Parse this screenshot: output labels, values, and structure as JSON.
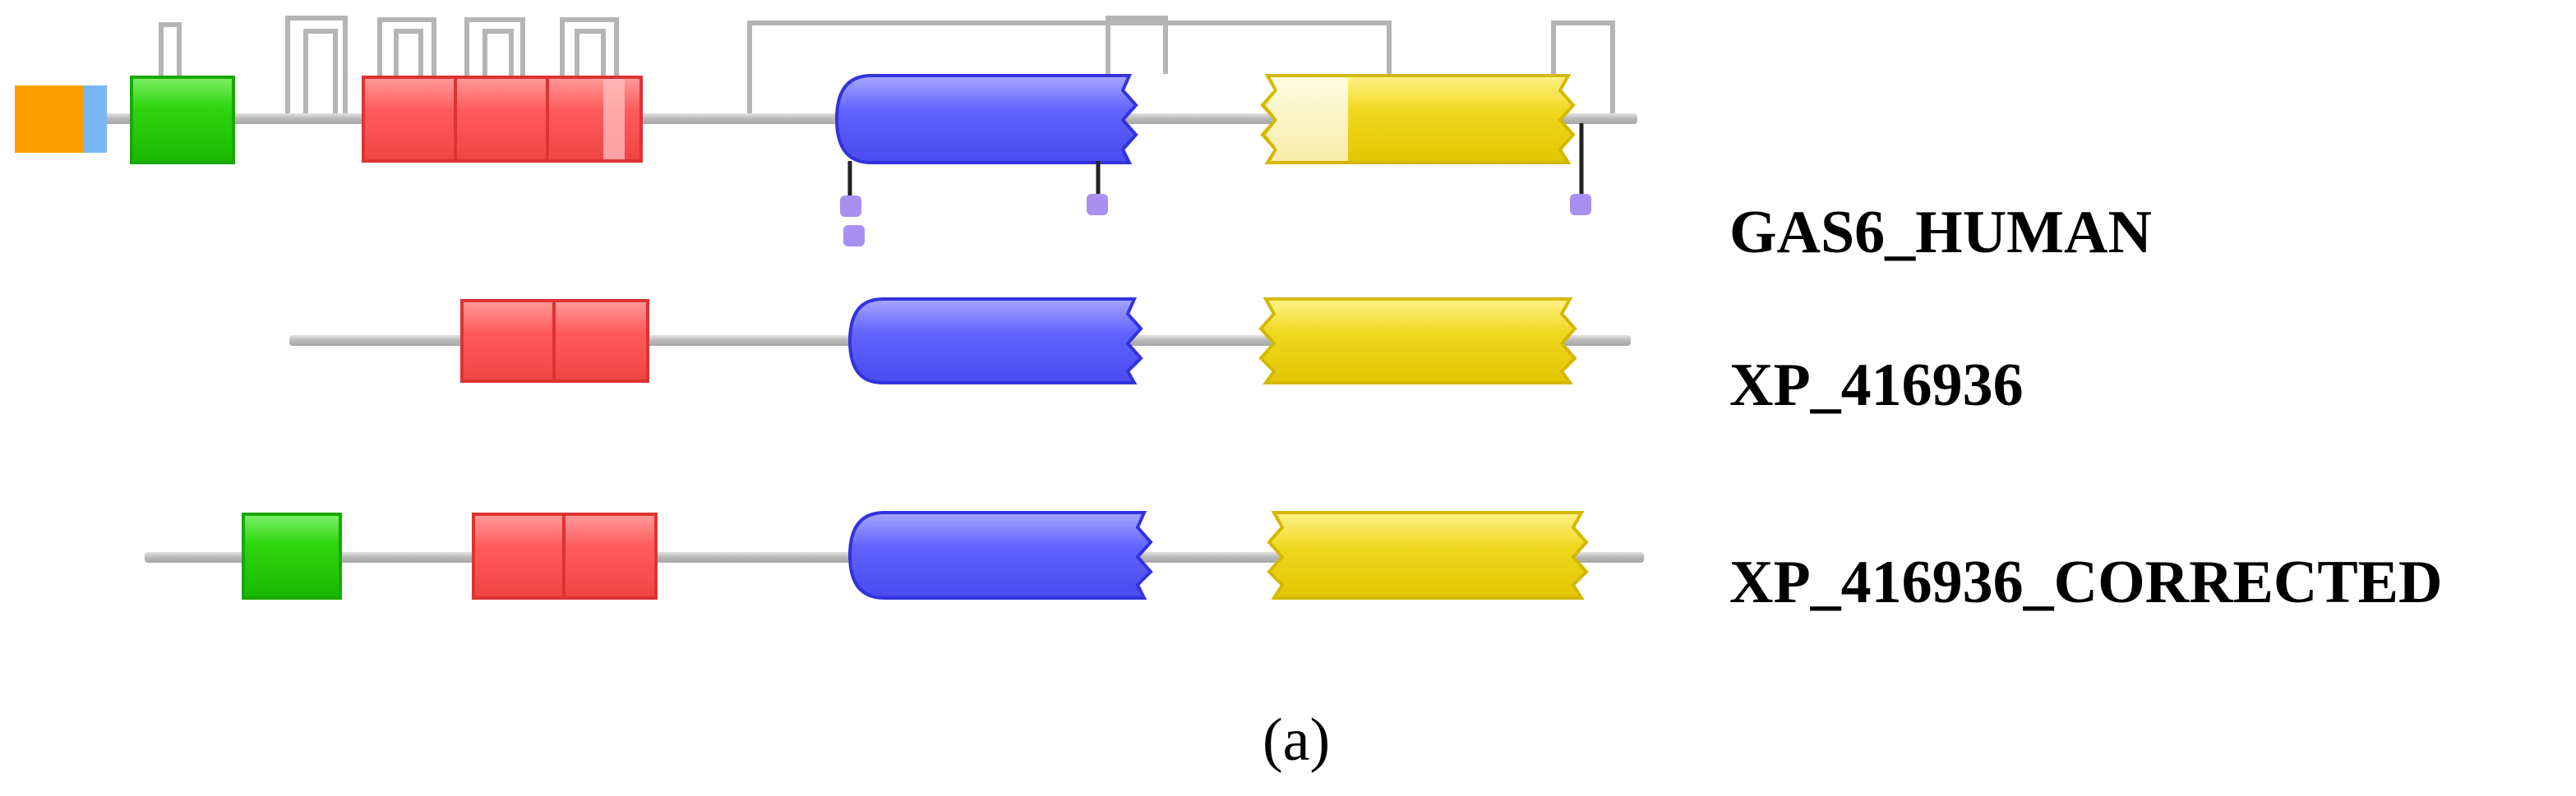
{
  "colors": {
    "backbone": "#bdbdbd",
    "bridge": "#b5b5b5",
    "signal_orange": "#ff9f00",
    "signal_blue": "#7ab8f5",
    "green_domain": "#22cc00",
    "red_domain": "#ff5555",
    "blue_domain": "#5555ff",
    "yellow_domain": "#e8cf00",
    "site_stem": "#222222",
    "site_dot": "#a890f0"
  },
  "sequences": [
    {
      "id": "seq1",
      "label": "GAS6_HUMAN"
    },
    {
      "id": "seq2",
      "label": "XP_416936"
    },
    {
      "id": "seq3",
      "label": "XP_416936_CORRECTED"
    }
  ],
  "caption": "(a)"
}
